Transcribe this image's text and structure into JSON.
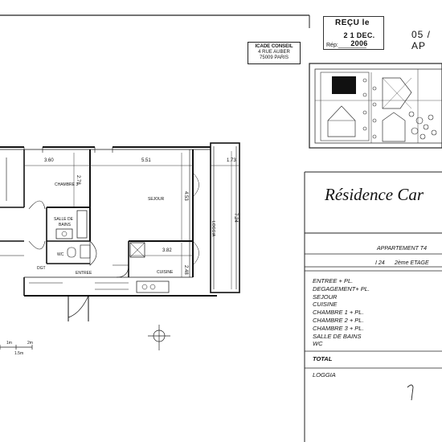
{
  "stamps": {
    "icade": {
      "line1": "ICADE CONSEIL",
      "line2": "4 RUE AUBER",
      "line3": "75009 PARIS"
    },
    "recu": {
      "title": "REÇU le",
      "date": "2 1 DEC. 2006",
      "rep": "Rép:_________"
    },
    "date_handwritten": "05 / AP"
  },
  "title": "Résidence Car",
  "plan": {
    "rooms": {
      "chambre": "CHAMBRE 3",
      "sejour": "SEJOUR",
      "sdb_line1": "SALLE DE",
      "sdb_line2": "BAINS",
      "wc": "WC",
      "dgt": "DGT",
      "entree": "ENTREE",
      "cuisine": "CUISINE",
      "loggia": "LOGGIA"
    },
    "dims": {
      "d360": "3.60",
      "d551": "5.51",
      "d173": "1.73",
      "d278": "2.78",
      "d453": "4.53",
      "d724": "7.24",
      "d382": "3.82",
      "d248": "2.48"
    },
    "scale": {
      "s1": "1m",
      "s2": "2m",
      "s3": "1.5m"
    }
  },
  "apartment": {
    "type": "APPARTEMENT T4",
    "lot": "I 24",
    "floor": "2ème ETAGE",
    "rooms": [
      "ENTREE + PL.",
      "DEGAGEMENT+ PL.",
      "SEJOUR",
      "CUISINE",
      "CHAMBRE 1 + PL.",
      "CHAMBRE 2 + PL.",
      "CHAMBRE 3 + PL.",
      "SALLE DE BAINS",
      "WC"
    ],
    "total_label": "TOTAL",
    "loggia_label": "LOGGIA"
  },
  "signature": "ŋ"
}
